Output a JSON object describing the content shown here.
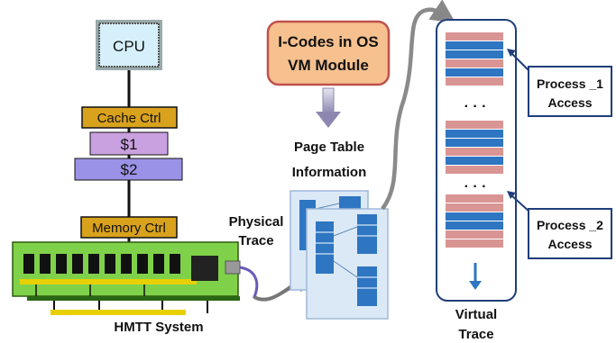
{
  "cpu": {
    "label": "CPU"
  },
  "cache_ctrl": {
    "label": "Cache Ctrl"
  },
  "cache_l1": {
    "label": "$1"
  },
  "cache_l2": {
    "label": "$2"
  },
  "memory_ctrl": {
    "label": "Memory Ctrl"
  },
  "hmtt": {
    "label": "HMTT System"
  },
  "physical_trace": {
    "line1": "Physical",
    "line2": "Trace"
  },
  "icodes": {
    "line1": "I-Codes in OS",
    "line2": "VM Module"
  },
  "page_table": {
    "line1": "Page Table",
    "line2": "Information"
  },
  "virtual_trace": {
    "line1": "Virtual",
    "line2": "Trace",
    "ellipsis_1": "· · ·",
    "ellipsis_2": "· · ·"
  },
  "process_1": {
    "line1": "Process _1",
    "line2": "Access"
  },
  "process_2": {
    "line1": "Process _2",
    "line2": "Access"
  },
  "colors": {
    "cpu_fill": "#d6f0fb",
    "cache_ctrl_fill": "#d9a21c",
    "l1_fill": "#c9a0e0",
    "l2_fill": "#9a92e6",
    "memory_board": "#7fd14a",
    "icodes_fill": "#f6c08f",
    "icodes_stroke": "#c0504d",
    "bar_pink": "#d99594",
    "bar_blue": "#2e75c2",
    "panel_stroke": "#1f3f7a",
    "page_card": "#dbe9f7"
  }
}
